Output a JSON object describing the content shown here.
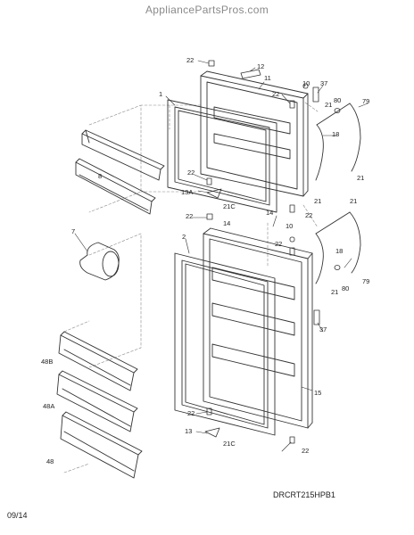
{
  "site_header": "AppliancePartsPros.com",
  "diagram_code": "DRCRT215HPB1",
  "date_code": "09/14",
  "callouts": [
    {
      "id": "c22a",
      "text": "22"
    },
    {
      "id": "c12",
      "text": "12"
    },
    {
      "id": "c11",
      "text": "11"
    },
    {
      "id": "c10a",
      "text": "10"
    },
    {
      "id": "c37a",
      "text": "37"
    },
    {
      "id": "c79a",
      "text": "79"
    },
    {
      "id": "c1",
      "text": "1"
    },
    {
      "id": "c22b",
      "text": "22"
    },
    {
      "id": "c21a",
      "text": "21"
    },
    {
      "id": "c80a",
      "text": "80"
    },
    {
      "id": "c18a",
      "text": "18"
    },
    {
      "id": "c8",
      "text": "8"
    },
    {
      "id": "c21b",
      "text": "21"
    },
    {
      "id": "c22c",
      "text": "22"
    },
    {
      "id": "c13a",
      "text": "13A"
    },
    {
      "id": "c21ca",
      "text": "21C"
    },
    {
      "id": "c21c",
      "text": "21"
    },
    {
      "id": "c14a",
      "text": "14"
    },
    {
      "id": "c22d",
      "text": "22"
    },
    {
      "id": "c21d",
      "text": "21"
    },
    {
      "id": "c22e",
      "text": "22"
    },
    {
      "id": "c14b",
      "text": "14"
    },
    {
      "id": "c7",
      "text": "7"
    },
    {
      "id": "c10b",
      "text": "10"
    },
    {
      "id": "c2",
      "text": "2"
    },
    {
      "id": "c22f",
      "text": "22"
    },
    {
      "id": "c18b",
      "text": "18"
    },
    {
      "id": "c21e",
      "text": "21"
    },
    {
      "id": "c80b",
      "text": "80"
    },
    {
      "id": "c79b",
      "text": "79"
    },
    {
      "id": "c37b",
      "text": "37"
    },
    {
      "id": "c48b",
      "text": "48B"
    },
    {
      "id": "c15",
      "text": "15"
    },
    {
      "id": "c48a",
      "text": "48A"
    },
    {
      "id": "c22g",
      "text": "22"
    },
    {
      "id": "c13",
      "text": "13"
    },
    {
      "id": "c21cb",
      "text": "21C"
    },
    {
      "id": "c48",
      "text": "48"
    },
    {
      "id": "c22h",
      "text": "22"
    }
  ]
}
